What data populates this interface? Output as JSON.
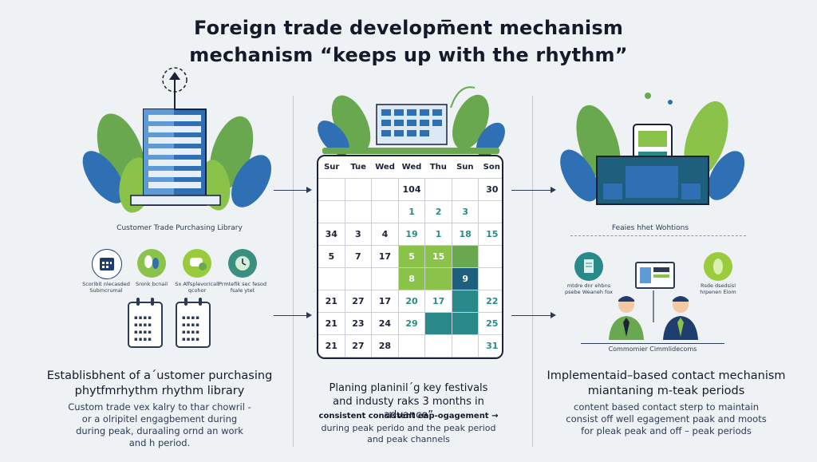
{
  "title": {
    "line1": "Foreign trade developm̅ent mechanism",
    "line2": "mechanism “keeps up with the rhythm”"
  },
  "left": {
    "library_label": "Customer Trade Purchasing Library",
    "icons": [
      {
        "name": "calendar-circle-icon",
        "color": "#1f3c6e",
        "label": "Scoribit nlecasded\nSubmcrumal"
      },
      {
        "name": "plant-circle-icon",
        "color": "#8bc34a",
        "label": "Sronk bcnail"
      },
      {
        "name": "chat-circle-icon",
        "color": "#9acb3c",
        "label": "Sx Alfsplevoricall\nqcohor"
      },
      {
        "name": "clock-circle-icon",
        "color": "#3a8f7e",
        "label": "Prmtefik sec fesod\nfsale ytet"
      }
    ],
    "heading": "Establisbhent of a´ustomer purchasing\nphytfmrhythm rhythm library",
    "body": "Custom trade vex kalry to thar  chowril -\nor a olripitel engagbement  during\nduring peak, duraaling ornd an work\nand h period."
  },
  "middle": {
    "calendar": {
      "days": [
        "Sur",
        "Tue",
        "Wed",
        "Wed",
        "Thu",
        "Sun",
        "Son"
      ],
      "rows": [
        [
          "",
          "",
          "",
          "104",
          "",
          "",
          "30"
        ],
        [
          "",
          "",
          "",
          "1",
          "2",
          "3",
          ""
        ],
        [
          "34",
          "3",
          "4",
          "19",
          "1",
          "18",
          "15"
        ],
        [
          "5",
          "7",
          "17",
          "5",
          "15",
          "",
          ""
        ],
        [
          "",
          "",
          "",
          "8",
          "",
          "9",
          ""
        ],
        [
          "21",
          "27",
          "17",
          "20",
          "17",
          "",
          "22"
        ],
        [
          "21",
          "23",
          "24",
          "29",
          "",
          "",
          "25"
        ],
        [
          "21",
          "27",
          "28",
          "",
          "",
          "",
          "31"
        ]
      ]
    },
    "heading": "Planing planinil´g key festivals\nand industy raks 3 months in advance”",
    "body_line1": "consistent consistent eap-ogagement →",
    "body_rest": "during peak perido and the peak period\nand peak channels"
  },
  "right": {
    "top_label": "Feaies hhet Wohtions",
    "icons": [
      {
        "name": "document-circle-icon",
        "color": "#2a8a8a",
        "label": "mtdre dnr ehbns\npsebe Weaneh fox"
      },
      {
        "name": "dashboard-icon",
        "color": "#2c3a55",
        "label": ""
      },
      {
        "name": "leaf-circle-icon",
        "color": "#9acb3c",
        "label": "Rsde dsedsisl\nhrpenen Eiom"
      }
    ],
    "people_label": "Commomier Cimmlidecoms",
    "heading": "Implementaid–based contact mechanism\nmiantaning m-teak periods",
    "body": "content based contact sterp to maintain\nconsist off well egagement paak and moots\nfor pleak peak and off – peak periods"
  },
  "colors": {
    "navy": "#1b2238",
    "blue": "#2f6fb3",
    "green": "#8bc34a",
    "teal": "#2a8a8a",
    "leaf": "#6aa84f"
  }
}
